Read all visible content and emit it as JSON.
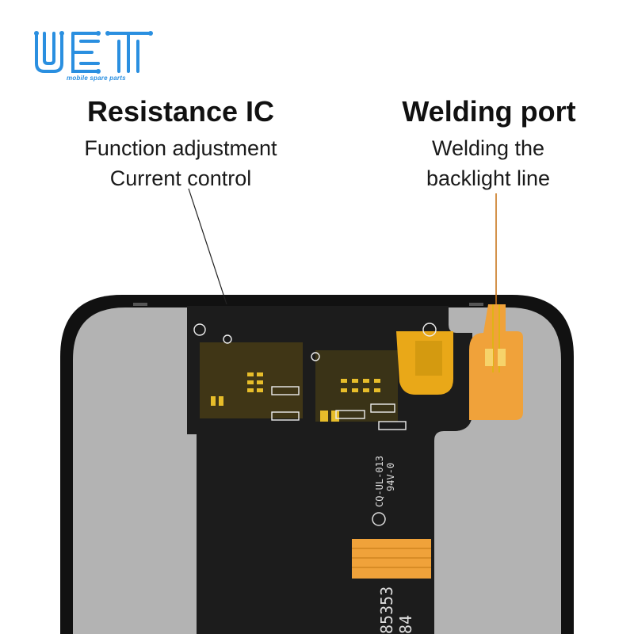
{
  "logo": {
    "brand": "UET",
    "tagline": "mobile spare parts",
    "color": "#2a8fe0"
  },
  "callouts": [
    {
      "title": "Resistance IC",
      "lines": [
        "Function adjustment",
        "Current control"
      ]
    },
    {
      "title": "Welding port",
      "lines": [
        "Welding the",
        "backlight line"
      ]
    }
  ],
  "pcb": {
    "part_code": "CQ-UL-013",
    "rating": "94V-0",
    "serial": "85353",
    "serial_suffix": "84"
  },
  "colors": {
    "frame": "#111111",
    "screen": "#b3b3b3",
    "flex_black": "#1c1c1c",
    "gold": "#e0b316",
    "orange_flex": "#f0a23a"
  }
}
